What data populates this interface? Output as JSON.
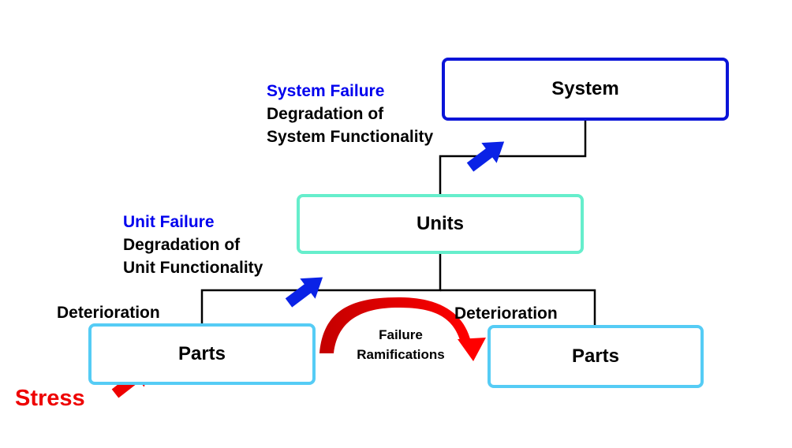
{
  "nodes": {
    "system": "System",
    "units": "Units",
    "parts_left": "Parts",
    "parts_right": "Parts"
  },
  "labels": {
    "system_failure_title": "System Failure",
    "system_failure_line1": "Degradation of",
    "system_failure_line2": "System Functionality",
    "unit_failure_title": "Unit Failure",
    "unit_failure_line1": "Degradation of",
    "unit_failure_line2": "Unit Functionality",
    "deterioration_left": "Deterioration",
    "deterioration_right": "Deterioration",
    "failure_ramifications_line1": "Failure",
    "failure_ramifications_line2": "Ramifications",
    "stress": "Stress"
  },
  "colors": {
    "system_border": "#0a14d8",
    "units_border": "#66eecc",
    "parts_border": "#55ccf5",
    "failure_title": "#0000ee",
    "arrow_blue": "#0a22e6",
    "arrow_red": "#ee0000",
    "stress_text": "#ee0000"
  }
}
